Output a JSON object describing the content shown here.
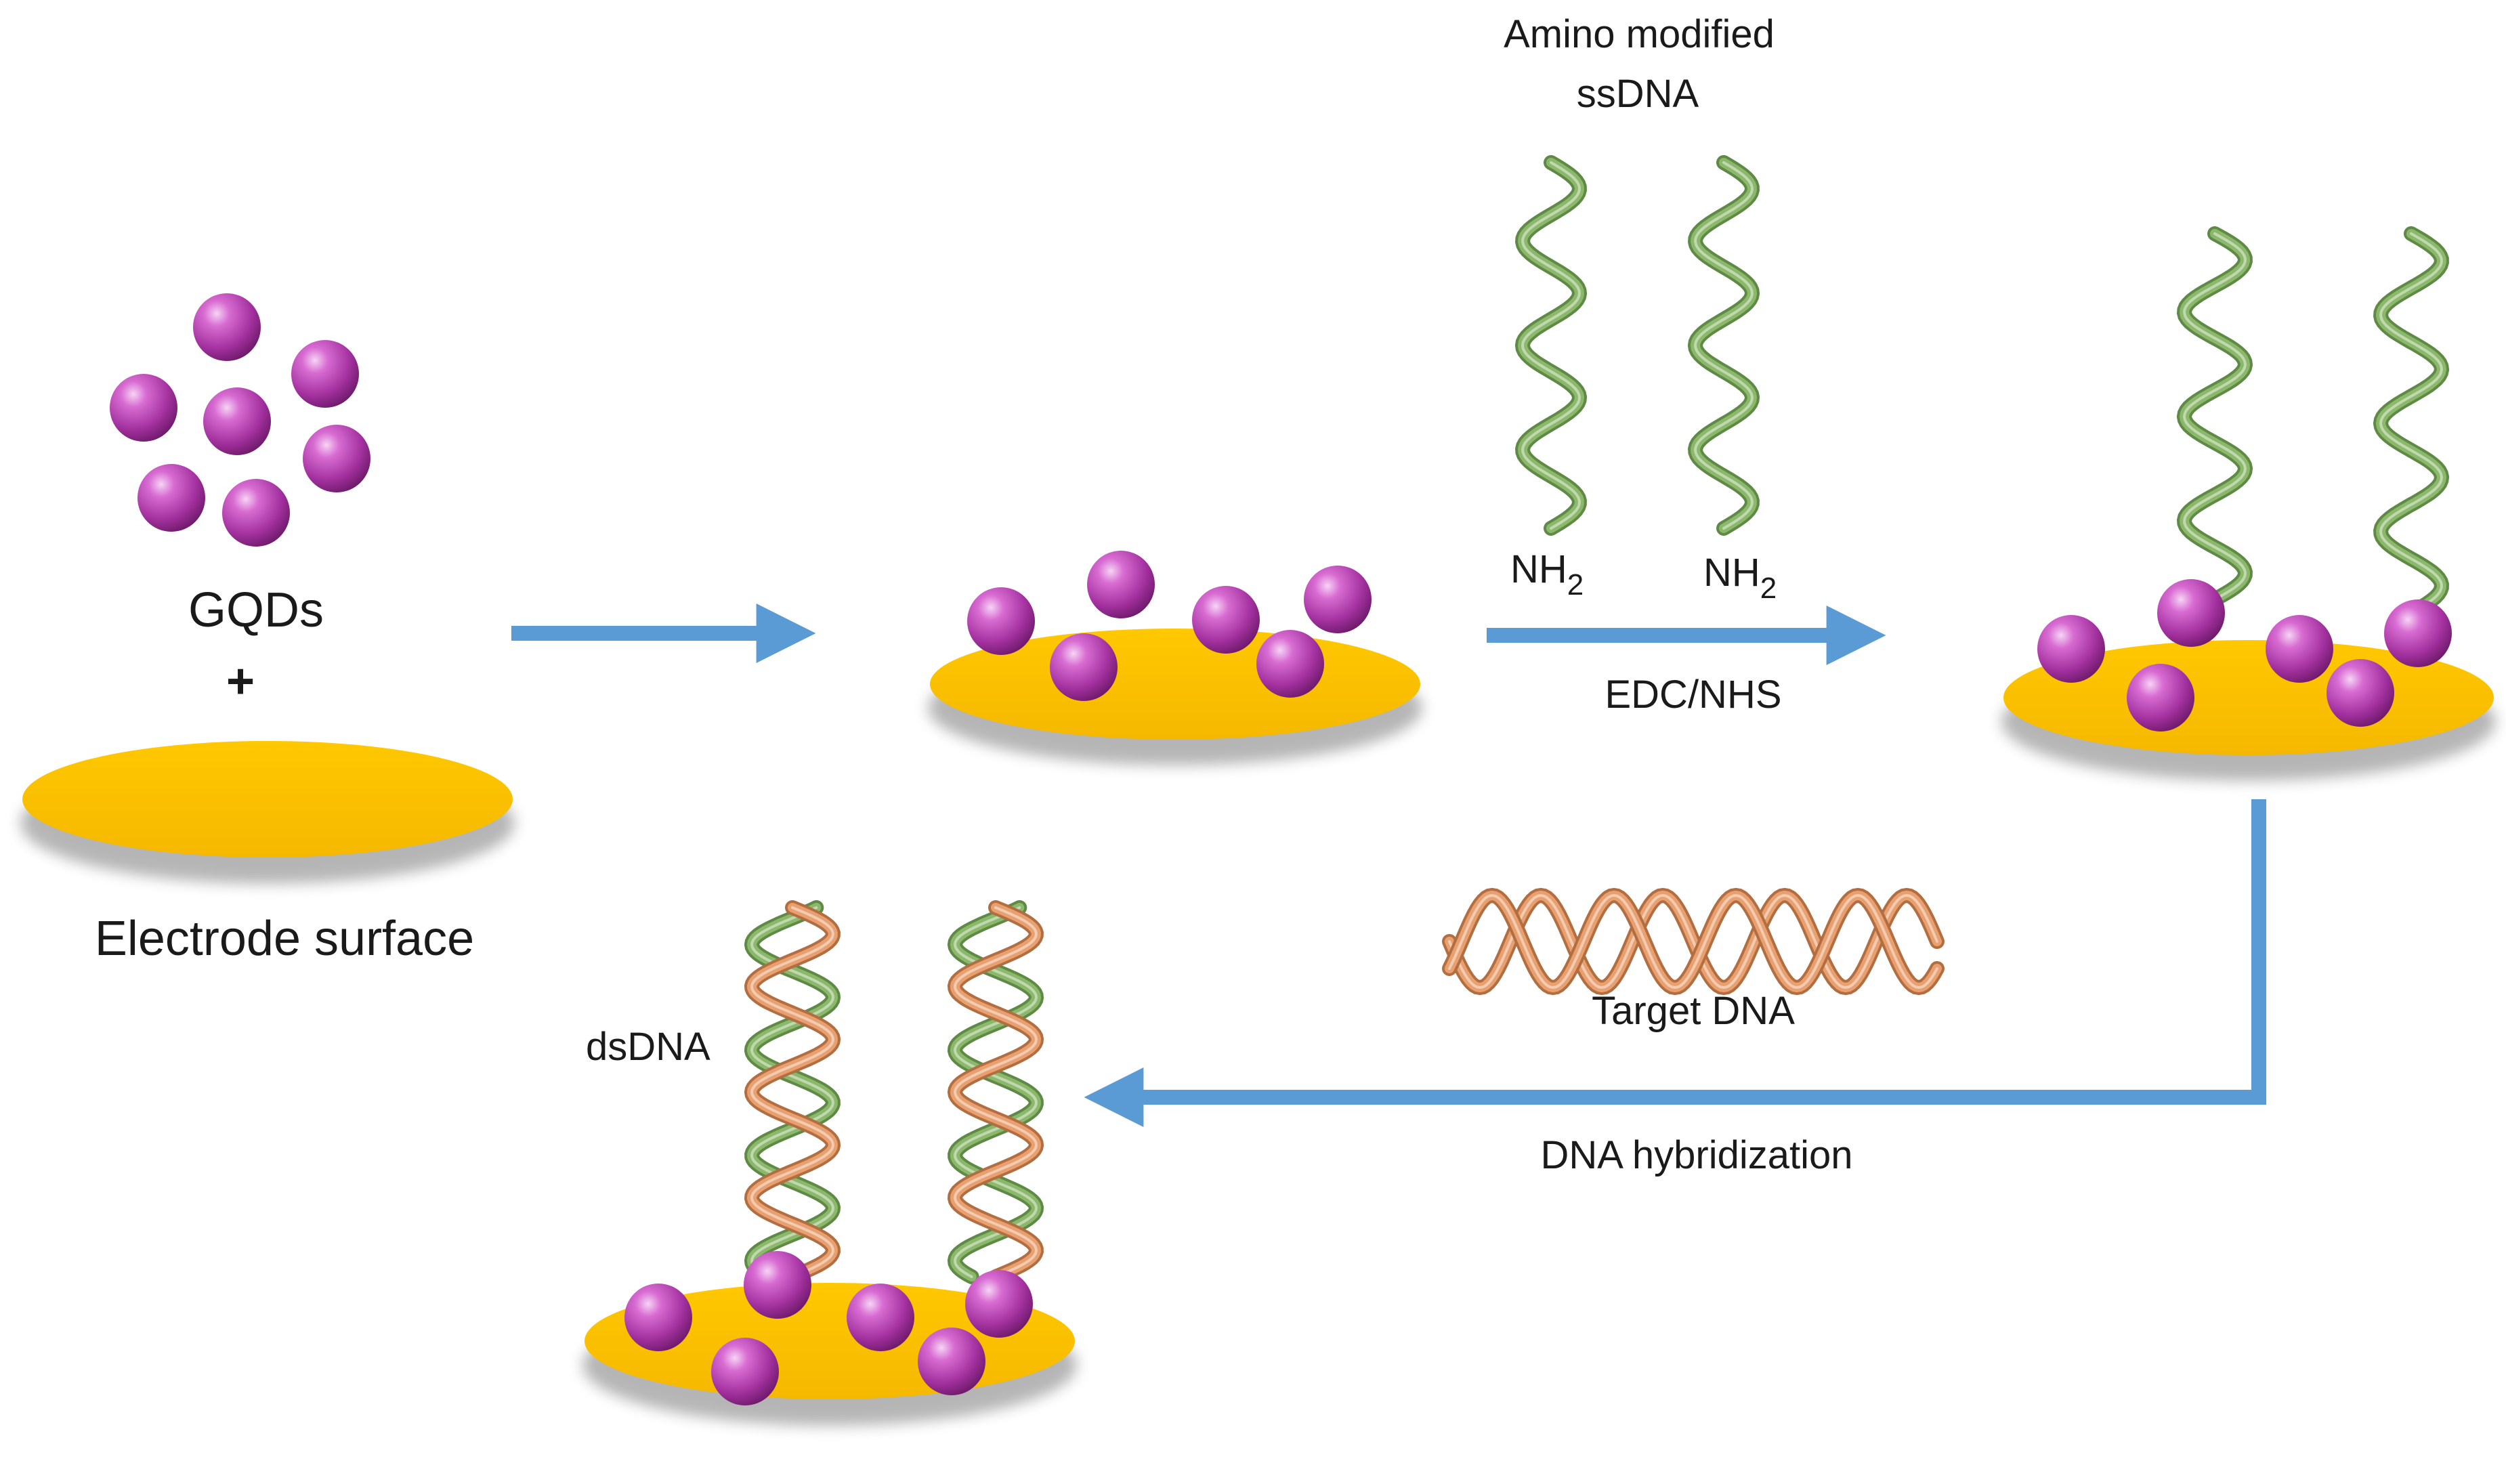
{
  "labels": {
    "gqds": "GQDs",
    "plus": "+",
    "electrode_surface": "Electrode surface",
    "amino_modified_line1": "Amino modified",
    "amino_modified_line2": "ssDNA",
    "nh2_left": "NH",
    "nh2_left_sub": "2",
    "nh2_right": "NH",
    "nh2_right_sub": "2",
    "edc_nhs": "EDC/NHS",
    "target_dna": "Target DNA",
    "dna_hybridization": "DNA hybridization",
    "dsdna": "dsDNA"
  },
  "colors": {
    "electrode": "#FFC000",
    "shadow": "#8c8c8c",
    "gqd": "#B23FB0",
    "gqd_highlight": "#F3C8F0",
    "arrow": "#5B9BD5",
    "ssdna": "#8CB86C",
    "target_dna": "#E8A070"
  }
}
